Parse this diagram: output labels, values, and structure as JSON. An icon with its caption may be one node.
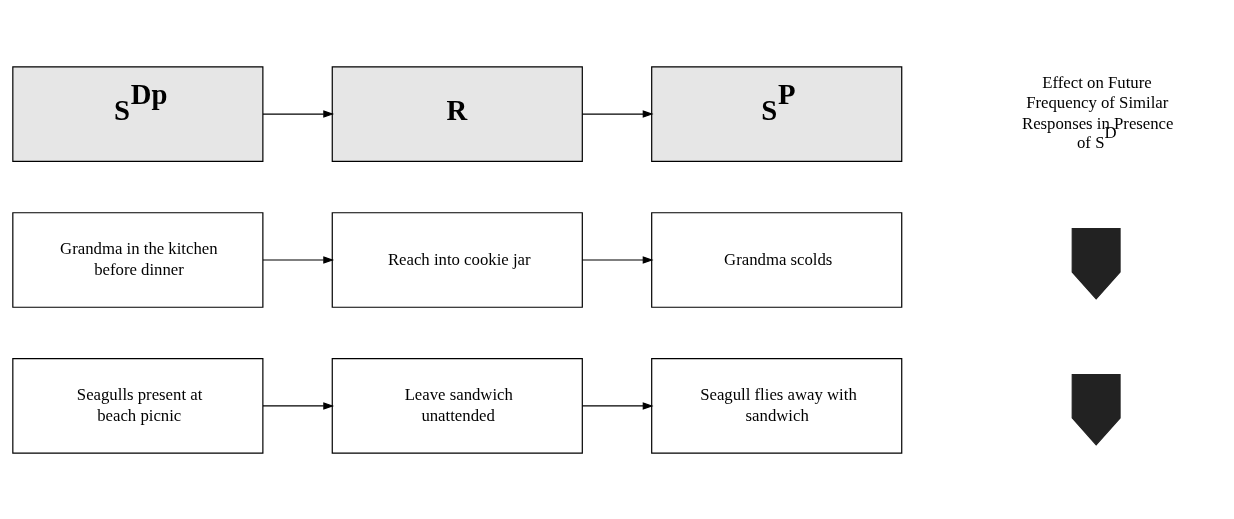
{
  "diagram": {
    "nodes": [
      {
        "text": [
          "S$^{Dp}$"
        ]
      },
      {
        "text": [
          "R"
        ]
      },
      {
        "text": [
          "S$^{P}$"
        ]
      },
      {
        "text": [
          "Grandma in the kitchen before dinner"
        ]
      },
      {
        "text": [
          "Reach into cookie jar"
        ]
      },
      {
        "text": [
          "Grandma scolds"
        ]
      },
      {
        "text": [
          "Seagulls present at beach picnic"
        ]
      },
      {
        "text": [
          "Leave sandwich unattended"
        ]
      },
      {
        "text": [
          "Seagull flies away with sandwich"
        ]
      },
      {
        "text": [],
        "shape": "arrow"
      },
      {
        "text": [],
        "shape": "arrow"
      }
    ],
    "edges": [
      {
        "from": 0,
        "to": 1,
        "arrow": "to"
      },
      {
        "from": 1,
        "to": 2,
        "arrow": "to"
      },
      {
        "from": 3,
        "to": 4,
        "arrow": "to"
      },
      {
        "from": 4,
        "to": 5,
        "arrow": "to"
      },
      {
        "from": 6,
        "to": 7,
        "arrow": "to"
      },
      {
        "from": 7,
        "to": 8,
        "arrow": "to"
      }
    ],
    "labels": [
      "Effect on Future Frequency of Similar Responses in Presence of S$^{D}$"
    ]
  }
}
